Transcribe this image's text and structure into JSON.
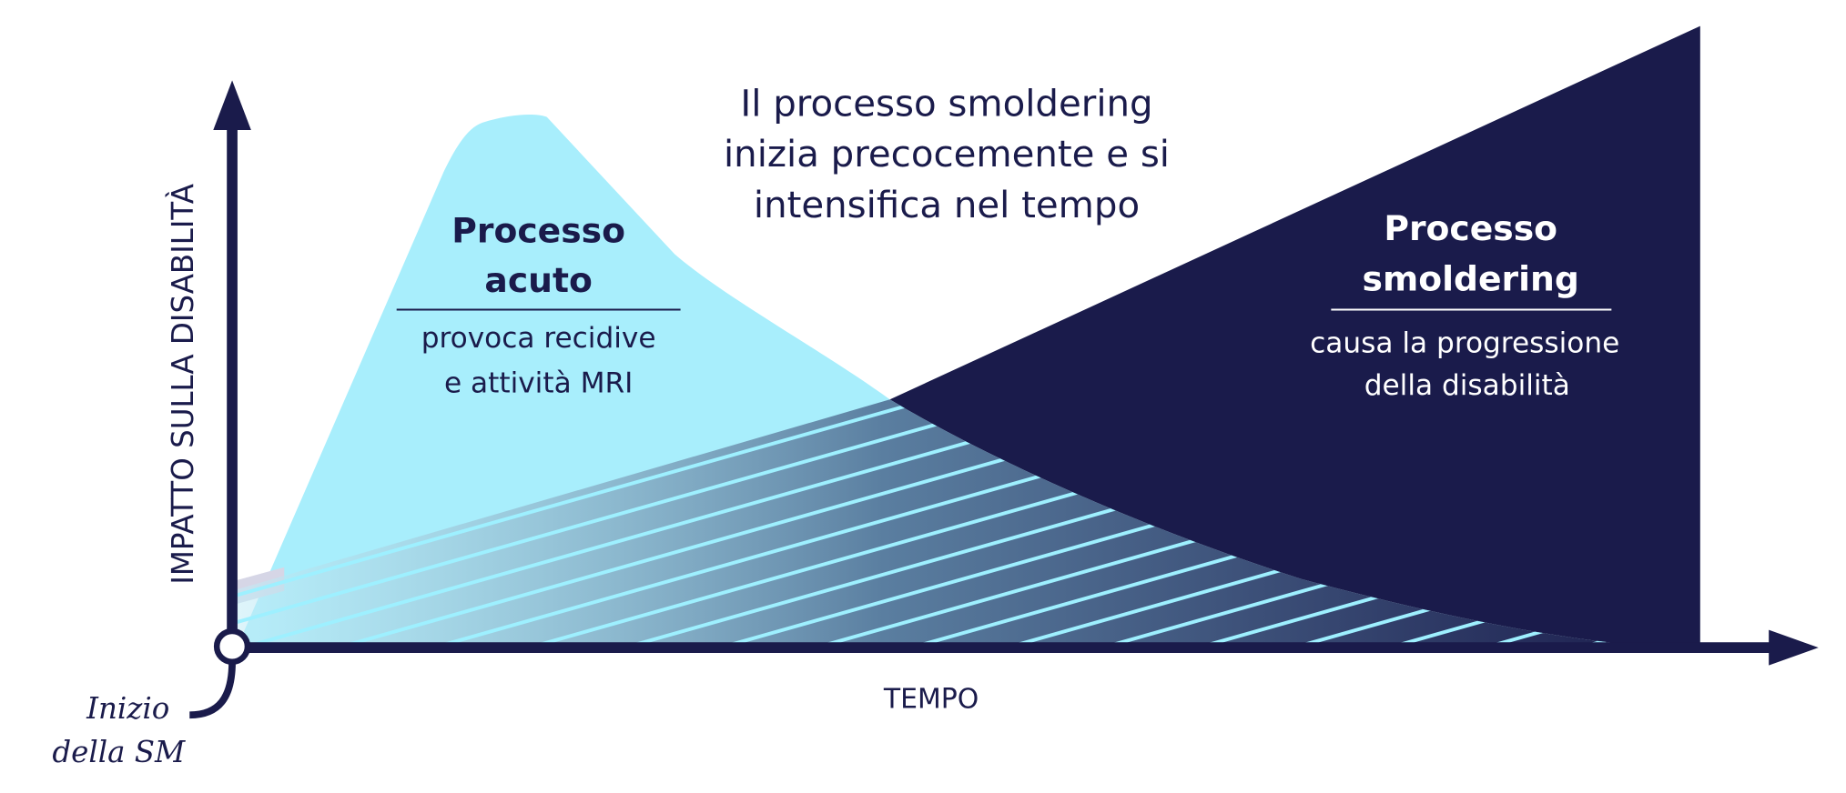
{
  "colors": {
    "navy": "#1a1b4b",
    "acute": "#a8eefc",
    "stripe": "#9ef0ff",
    "background": "#ffffff"
  },
  "headline": [
    "Il processo smoldering",
    "inizia precocemente e si",
    "intensifica nel tempo"
  ],
  "acute": {
    "title": [
      "Processo",
      "acuto"
    ],
    "description": [
      "provoca recidive",
      "e attività MRI"
    ]
  },
  "smoldering": {
    "title": [
      "Processo",
      "smoldering"
    ],
    "description": [
      "causa la progressione",
      "della disabilità"
    ]
  },
  "axes": {
    "y_label": "IMPATTO SULLA DISABILITÀ",
    "x_label": "TEMPO"
  },
  "origin": {
    "label": [
      "Inizio",
      "della SM"
    ]
  }
}
